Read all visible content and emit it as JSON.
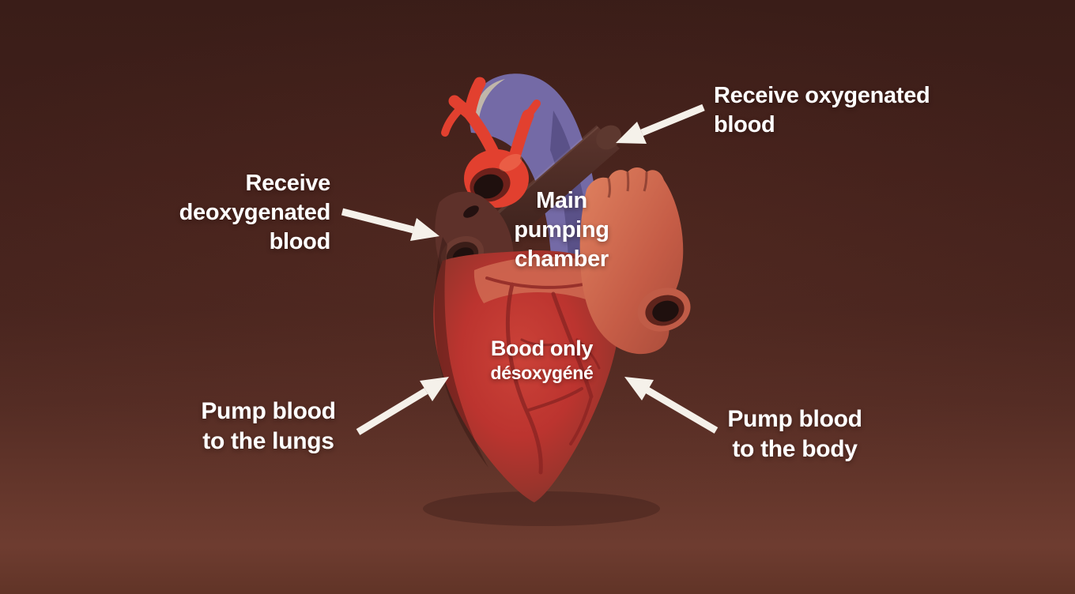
{
  "scene": {
    "title": "Labeled 3D heart anatomy diagram",
    "background_top": "#3a1d18",
    "background_bottom": "#6e3c30"
  },
  "colors": {
    "label_text": "#ffffff",
    "arrow": "#f5f1ea",
    "aorta_blue": "#746aa6",
    "aorta_highlight": "#c9bfab",
    "pulmonary_red": "#e2402f",
    "vessel_dark": "#4c2a24",
    "vessel_dark_cap": "#5d382f",
    "atrium_dark": "#5e312a",
    "heart_red": "#c23530",
    "heart_salmon": "#d06b52",
    "chamber_orange": "#cf6950",
    "veins_dark_red": "#8c2523",
    "opening_ring": "#6e211b",
    "opening_dark": "#1f100e"
  },
  "labels": {
    "receive_oxygenated": {
      "lines": [
        "Receive oxygenated",
        "blood"
      ]
    },
    "receive_deoxygenated": {
      "lines": [
        "Receive",
        "deoxygenated",
        "blood"
      ]
    },
    "main_pumping_chamber": {
      "lines": [
        "Main",
        "pumping",
        "chamber"
      ]
    },
    "blood_only": {
      "lines": [
        "Bood only",
        "désoxygéné"
      ]
    },
    "pump_lungs": {
      "lines": [
        "Pump blood",
        "to the lungs"
      ]
    },
    "pump_body": {
      "lines": [
        "Pump blood",
        "to the body"
      ]
    }
  },
  "icons": {
    "arrow_receive_oxygenated": "↙",
    "arrow_receive_deoxygenated": "→",
    "arrow_pump_lungs": "↗",
    "arrow_pump_body": "↖"
  }
}
